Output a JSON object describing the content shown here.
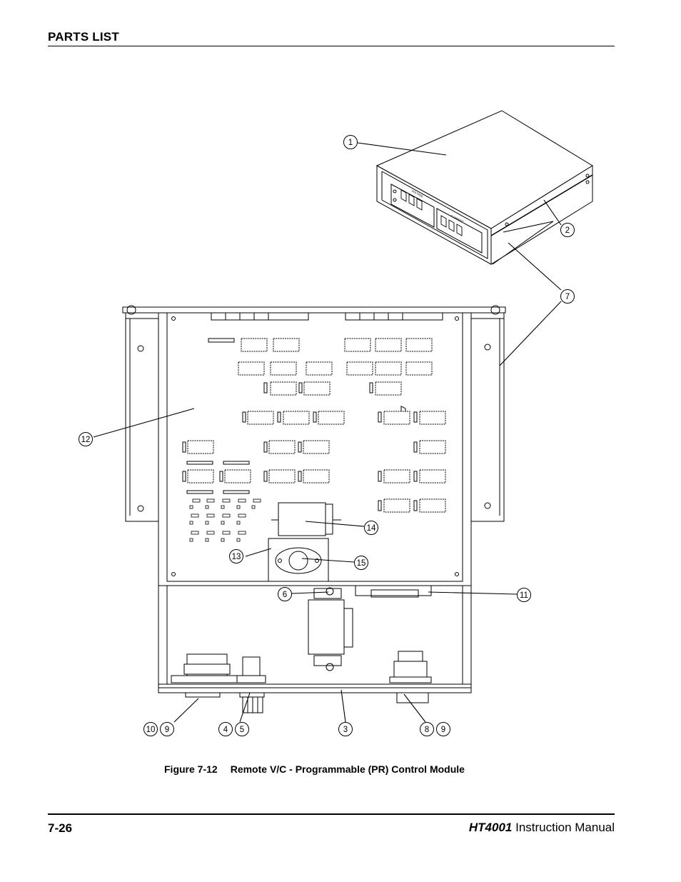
{
  "header": {
    "section_title": "PARTS LIST"
  },
  "figure": {
    "number": "Figure 7-12",
    "title": "Remote V/C - Programmable (PR) Control Module",
    "callouts": [
      "1",
      "2",
      "7",
      "12",
      "14",
      "13",
      "15",
      "6",
      "11",
      "10",
      "9",
      "4",
      "5",
      "3",
      "8",
      "9"
    ],
    "panel_labels": [
      "VOLTAGE",
      "CURRENT"
    ]
  },
  "footer": {
    "page_number": "7-26",
    "model": "HT4001",
    "manual_label": "Instruction Manual"
  }
}
